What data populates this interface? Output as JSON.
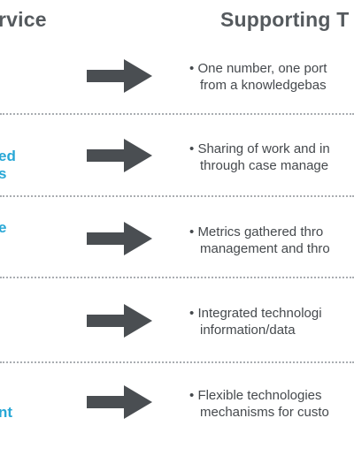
{
  "header": {
    "left_title": "rvice",
    "right_title": "Supporting T"
  },
  "rows": [
    {
      "left_lines": [],
      "bullet": "•",
      "text_line1": "One number, one port",
      "text_line2": "from a knowledgebas"
    },
    {
      "left_lines": [
        "ed",
        "s"
      ],
      "bullet": "•",
      "text_line1": "Sharing of work and in",
      "text_line2": "through case manage"
    },
    {
      "left_lines": [
        "e"
      ],
      "bullet": "•",
      "text_line1": "Metrics gathered thro",
      "text_line2": "management and thro"
    },
    {
      "left_lines": [],
      "bullet": "•",
      "text_line1": "Integrated technologi",
      "text_line2": "information/data"
    },
    {
      "left_lines": [
        "nt"
      ],
      "bullet": "•",
      "text_line1": "Flexible technologies",
      "text_line2": "mechanisms for custo"
    }
  ],
  "colors": {
    "header": "#555a5e",
    "accent": "#27a7d6",
    "arrow": "#4a4e52",
    "body_text": "#45494d",
    "divider": "#a9adb1"
  },
  "icons": {
    "arrow": "right-arrow-icon"
  }
}
